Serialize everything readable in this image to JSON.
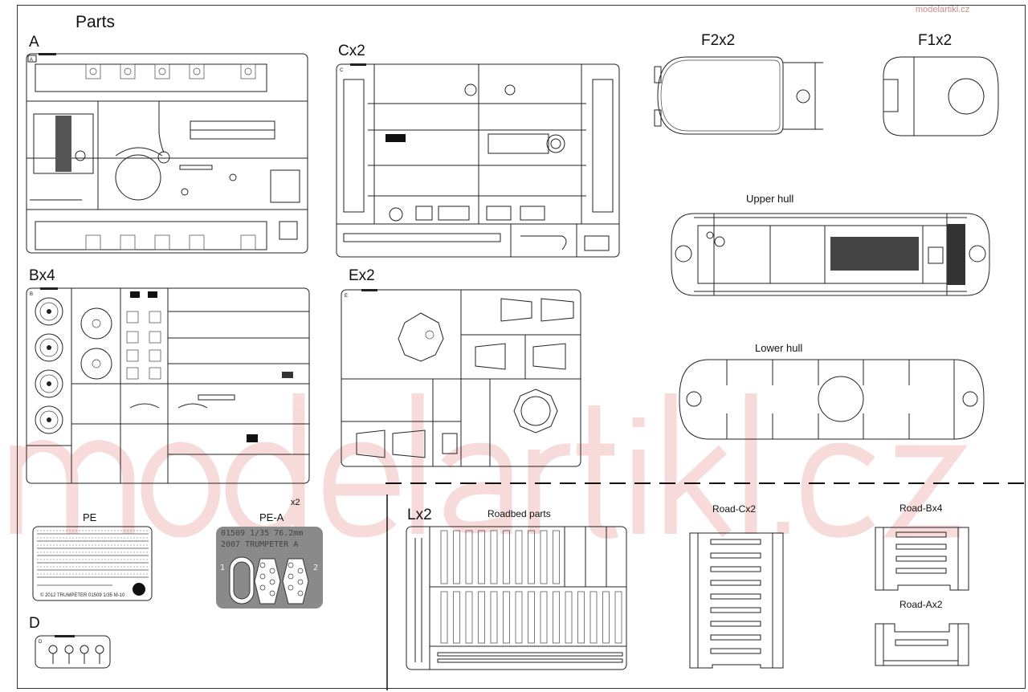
{
  "page": {
    "title": "Parts",
    "watermark": "modelartikl.cz"
  },
  "sprues": [
    {
      "id": "A",
      "label": "A"
    },
    {
      "id": "C",
      "label": "Cx2"
    },
    {
      "id": "F2",
      "label": "F2x2"
    },
    {
      "id": "F1",
      "label": "F1x2"
    },
    {
      "id": "B",
      "label": "Bx4"
    },
    {
      "id": "E",
      "label": "Ex2"
    },
    {
      "id": "PE",
      "label": "PE"
    },
    {
      "id": "PEA",
      "label": "PE-A",
      "multiplier": "x2"
    },
    {
      "id": "D",
      "label": "D"
    },
    {
      "id": "L",
      "label": "Lx2"
    }
  ],
  "hull": {
    "upper": "Upper hull",
    "lower": "Lower hull"
  },
  "roadbed": {
    "title": "Roadbed parts",
    "items": [
      {
        "label": "Road-Cx2"
      },
      {
        "label": "Road-Bx4"
      },
      {
        "label": "Road-Ax2"
      }
    ]
  },
  "pe_a_fret": {
    "line1": "01509 1/35 76.2mm",
    "line2": "2007 TRUMPETER  A",
    "mark_left": "1",
    "mark_right": "2"
  },
  "pe_fret": {
    "caption": "© 2012 TRUMPETER  01509 1/35 M-10"
  },
  "sprue_tags": {
    "A": "A",
    "C": "C",
    "B": "B",
    "E": "E",
    "D": "D"
  },
  "colors": {
    "line": "#222222",
    "watermark": "#f3b8b8",
    "pe_fret": "#8a8a8a"
  }
}
